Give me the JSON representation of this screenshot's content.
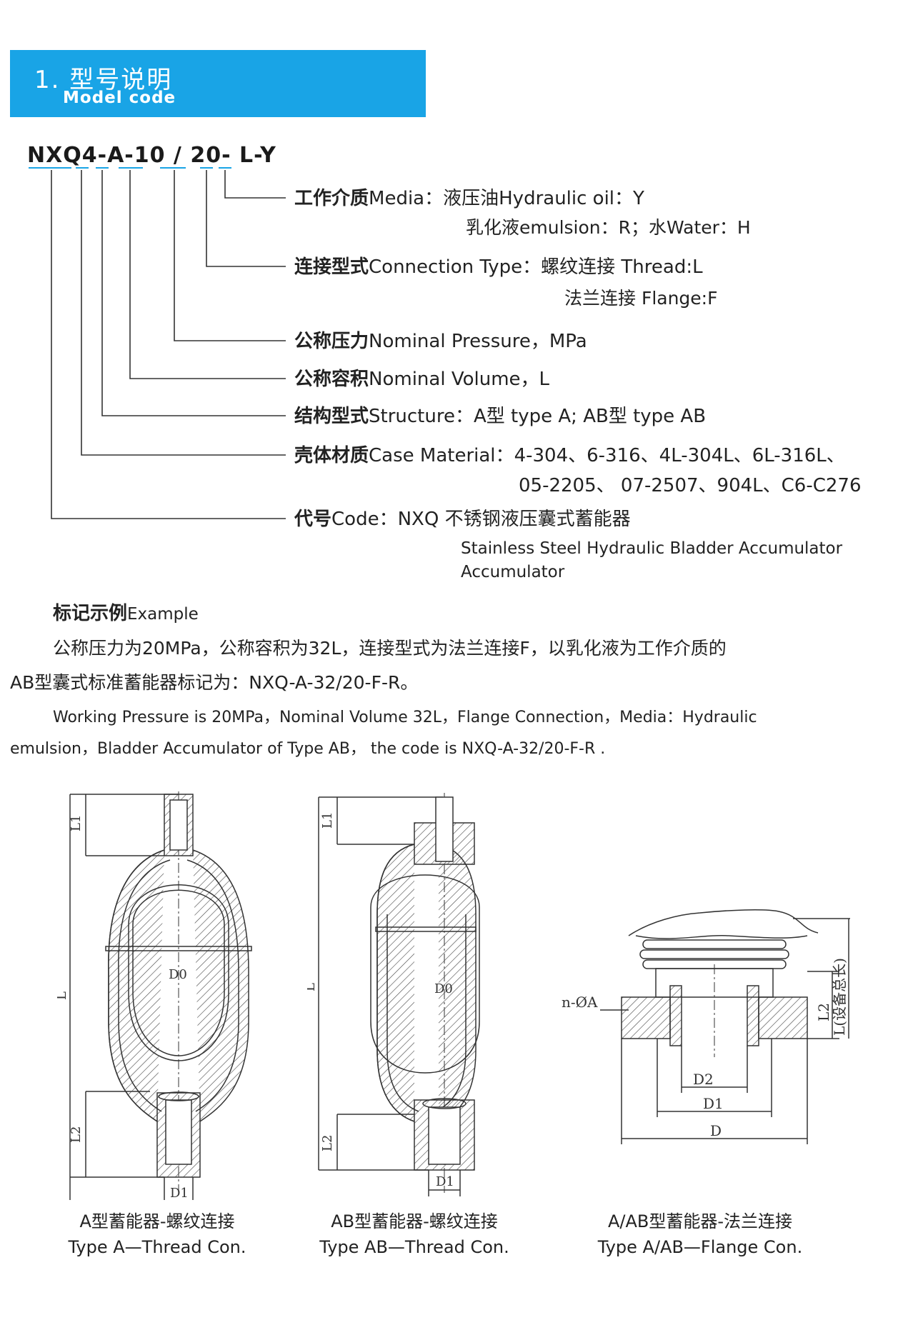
{
  "header": {
    "title_cn": "1. 型号说明",
    "title_en": "Model code"
  },
  "model": {
    "code_string": "NXQ4-A-10 / 20- L-Y"
  },
  "entries": [
    {
      "label_cn": "工作介质",
      "label_en": "Media",
      "text1": "液压油Hydraulic oil：Y",
      "text2": "乳化液emulsion：R；水Water：H"
    },
    {
      "label_cn": "连接型式",
      "label_en": "Connection Type",
      "text1": "螺纹连接 Thread:L",
      "text2": "法兰连接 Flange:F"
    },
    {
      "label_cn": "公称压力",
      "label_en": "Nominal Pressure，MPa"
    },
    {
      "label_cn": "公称容积",
      "label_en": "Nominal Volume，L"
    },
    {
      "label_cn": "结构型式",
      "label_en": "Structure",
      "text1": "A型 type A; AB型 type  AB"
    },
    {
      "label_cn": "壳体材质",
      "label_en": "Case Material",
      "text1": "4-304、6-316、4L-304L、6L-316L、",
      "text2": "05-2205、 07-2507、904L、C6-C276"
    },
    {
      "label_cn": "代号",
      "label_en": "Code",
      "text1": "NXQ 不锈钢液压囊式蓄能器",
      "text2": "Stainless Steel Hydraulic Bladder Accumulator",
      "text3": "Accumulator"
    }
  ],
  "example": {
    "title_cn": "标记示例",
    "title_en": "Example",
    "cn_line1": "公称压力为20MPa，公称容积为32L，连接型式为法兰连接F，以乳化液为工作介质的",
    "cn_line2": "AB型囊式标准蓄能器标记为：NXQ-A-32/20-F-R。",
    "en_line1": "Working Pressure is 20MPa，Nominal Volume 32L，Flange Connection，Media：Hydraulic",
    "en_line2": "emulsion，Bladder Accumulator of Type AB， the code is NXQ-A-32/20-F-R ."
  },
  "drawings": {
    "labels": {
      "l1": "L1",
      "l2": "L2",
      "l": "L",
      "d0": "D0",
      "d1": "D1",
      "d2": "D2",
      "d": "D",
      "na": "n-ØA",
      "ltotal": "L(设备总长)"
    },
    "captions": [
      {
        "cn": "A型蓄能器-螺纹连接",
        "en": "Type A—Thread Con."
      },
      {
        "cn": "AB型蓄能器-螺纹连接",
        "en": "Type AB—Thread Con."
      },
      {
        "cn": "A/AB型蓄能器-法兰连接",
        "en": "Type A/AB—Flange Con."
      }
    ]
  }
}
